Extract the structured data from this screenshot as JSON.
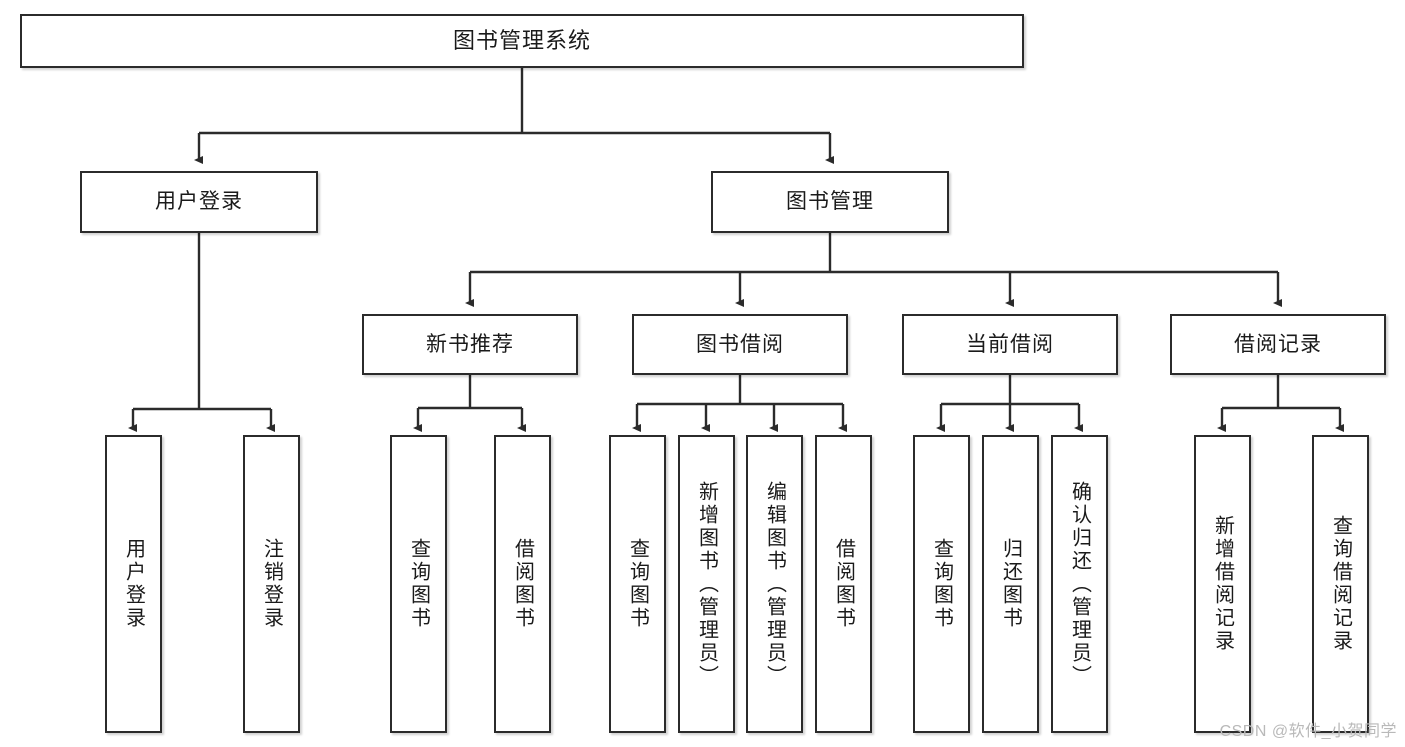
{
  "diagram": {
    "type": "tree-hierarchy",
    "title": "图书管理系统",
    "colors": {
      "stroke": "#2b2b2b",
      "fill": "#ffffff",
      "text": "#1a1a1a",
      "watermark": "#b9b9b9"
    },
    "levels": {
      "root": {
        "label": "图书管理系统"
      },
      "level2": [
        {
          "label": "用户登录"
        },
        {
          "label": "图书管理"
        }
      ],
      "level3": [
        {
          "label": "新书推荐"
        },
        {
          "label": "图书借阅"
        },
        {
          "label": "当前借阅"
        },
        {
          "label": "借阅记录"
        }
      ],
      "leaves": [
        {
          "label": "用户登录",
          "parent": "用户登录"
        },
        {
          "label": "注销登录",
          "parent": "用户登录"
        },
        {
          "label": "查询图书",
          "parent": "新书推荐"
        },
        {
          "label": "借阅图书",
          "parent": "新书推荐"
        },
        {
          "label": "查询图书",
          "parent": "图书借阅"
        },
        {
          "label": "新增图书（管理员）",
          "parent": "图书借阅"
        },
        {
          "label": "编辑图书（管理员）",
          "parent": "图书借阅"
        },
        {
          "label": "借阅图书",
          "parent": "图书借阅"
        },
        {
          "label": "查询图书",
          "parent": "当前借阅"
        },
        {
          "label": "归还图书",
          "parent": "当前借阅"
        },
        {
          "label": "确认归还（管理员）",
          "parent": "当前借阅"
        },
        {
          "label": "新增借阅记录",
          "parent": "借阅记录"
        },
        {
          "label": "查询借阅记录",
          "parent": "借阅记录"
        }
      ]
    }
  },
  "watermark": {
    "text": "CSDN @软件_小贺同学"
  }
}
